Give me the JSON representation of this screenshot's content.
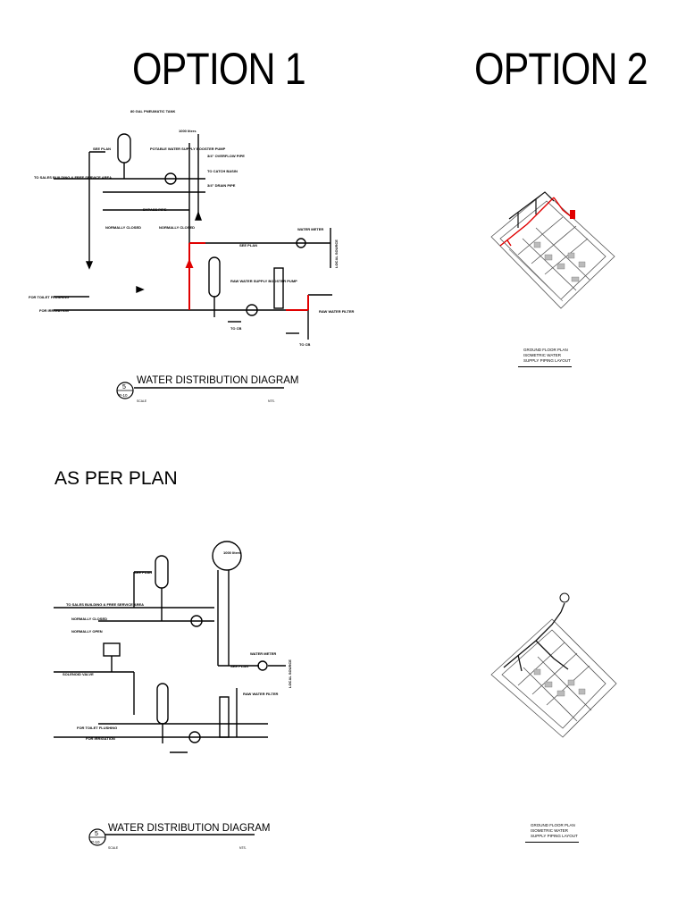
{
  "headings": {
    "option1": "OPTION 1",
    "option2": "OPTION 2",
    "as_per_plan": "AS PER PLAN"
  },
  "top_diagram": {
    "title": "WATER DISTRIBUTION DIAGRAM",
    "scale_label": "SCALE",
    "scale_value": "NTS.",
    "tag_number": "5",
    "tag_sheet": "P-10",
    "labels": {
      "tank_cap": "1000 liters",
      "pneumatic_tank": "80 GAL PNEUMATIC TANK",
      "booster_pump": "POTABLE WATER SUPPLY BOOSTER PUMP",
      "overflow": "3/4\" OVERFLOW PIPE",
      "to_catch_basin": "TO CATCH BASIN",
      "drain_pipe": "3/4\" DRAIN PIPE",
      "see_plan": "SEE PLAN",
      "to_sales": "TO SALES BUILDING & FREE SERVICE AREA",
      "bypass": "BYPASS PIPE",
      "normally_closed": "NORMALLY CLOSED",
      "water_meter": "WATER METER",
      "local_source": "LOCAL SOURCE",
      "raw_pump": "RAW WATER SUPPLY BOOSTER PUMP",
      "raw_filter": "RAW WATER FILTER",
      "toilet": "FOR TOILET FLUSHING",
      "irrigation": "FOR IRRIGATION",
      "to_cb": "TO CB"
    }
  },
  "bottom_diagram": {
    "title": "WATER DISTRIBUTION DIAGRAM",
    "scale_label": "SCALE",
    "scale_value": "NTS.",
    "tag_number": "5",
    "tag_sheet": "P-10",
    "labels": {
      "tank_cap": "1000 liters",
      "normally_open": "NORMALLY OPEN",
      "normally_closed": "NORMALLY CLOSED",
      "solenoid": "SOLENOID VALVE",
      "see_plan": "SEE PLAN",
      "to_sales": "TO SALES BUILDING & FREE SERVICE AREA",
      "toilet": "FOR TOILET FLUSHING",
      "irrigation": "FOR IRRIGATION",
      "raw_filter": "RAW WATER FILTER",
      "water_meter": "WATER METER",
      "local_source": "LOCAL SOURCE"
    }
  },
  "top_iso": {
    "caption_line1": "GROUND FLOOR PLAN",
    "caption_line2": "ISOMETRIC WATER",
    "caption_line3": "SUPPLY PIPING LAYOUT"
  },
  "bottom_iso": {
    "caption_line1": "GROUND FLOOR PLAN",
    "caption_line2": "ISOMETRIC WATER",
    "caption_line3": "SUPPLY PIPING LAYOUT"
  },
  "colors": {
    "pipe": "#000000",
    "highlight": "#e00000"
  }
}
